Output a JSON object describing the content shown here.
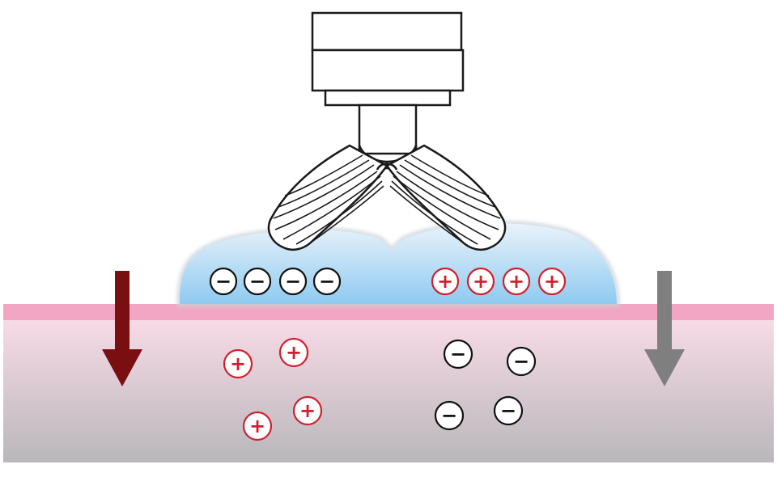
{
  "colors": {
    "background": "#ffffff",
    "skin_top_layer": "#f2a6c3",
    "skin_gradient_top": "#f8dbe7",
    "skin_gradient_bottom": "#b9b7bb",
    "gel_top": "#e9f3fb",
    "gel_bottom": "#8fcaf0",
    "gel_edge": "#c9d2da",
    "device_stroke": "#1a1a1a",
    "arrow_left": "#7a0f12",
    "arrow_right": "#7f7f7f",
    "positive": "#d0202e",
    "negative": "#111111"
  },
  "symbols": {
    "positive": "+",
    "negative": "−"
  },
  "icons": {
    "device": "dual-electrode-probe-icon",
    "left_arrow": "arrow-down-icon",
    "right_arrow": "arrow-down-icon"
  },
  "charges": {
    "gel_left_count": 4,
    "gel_right_count": 4,
    "skin_left_count": 4,
    "skin_right_count": 4
  }
}
